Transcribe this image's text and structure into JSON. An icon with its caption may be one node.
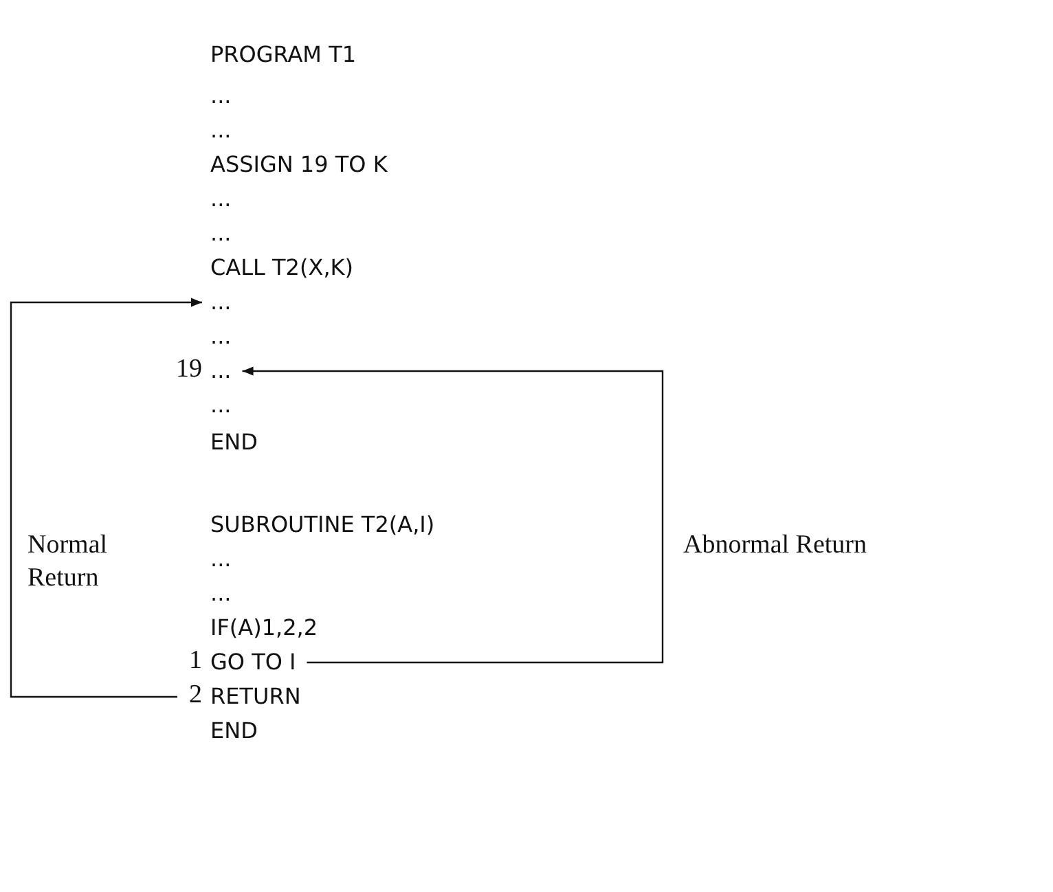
{
  "diagram": {
    "nodes": [
      {
        "text": [
          "..."
        ]
      },
      {
        "text": [
          "..."
        ],
        "beside": [
          "19"
        ]
      },
      {
        "text": [
          "GO TO I"
        ],
        "beside": [
          "1"
        ]
      },
      {
        "text": [
          "RETURN"
        ],
        "beside": [
          "2"
        ]
      }
    ],
    "edges": [
      {
        "from": 3,
        "to": 0,
        "arrow": "to",
        "label": "Normal Return"
      },
      {
        "from": 2,
        "to": 1,
        "arrow": "to",
        "label": "Abnormal Return"
      }
    ],
    "labels": [
      "PROGRAM T1",
      "...",
      "...",
      "ASSIGN 19 TO K",
      "...",
      "...",
      "CALL T2(X,K)",
      "...",
      "...",
      "END",
      "SUBROUTINE T2(A,I)",
      "...",
      "...",
      "IF(A)1,2,2",
      "END"
    ]
  }
}
